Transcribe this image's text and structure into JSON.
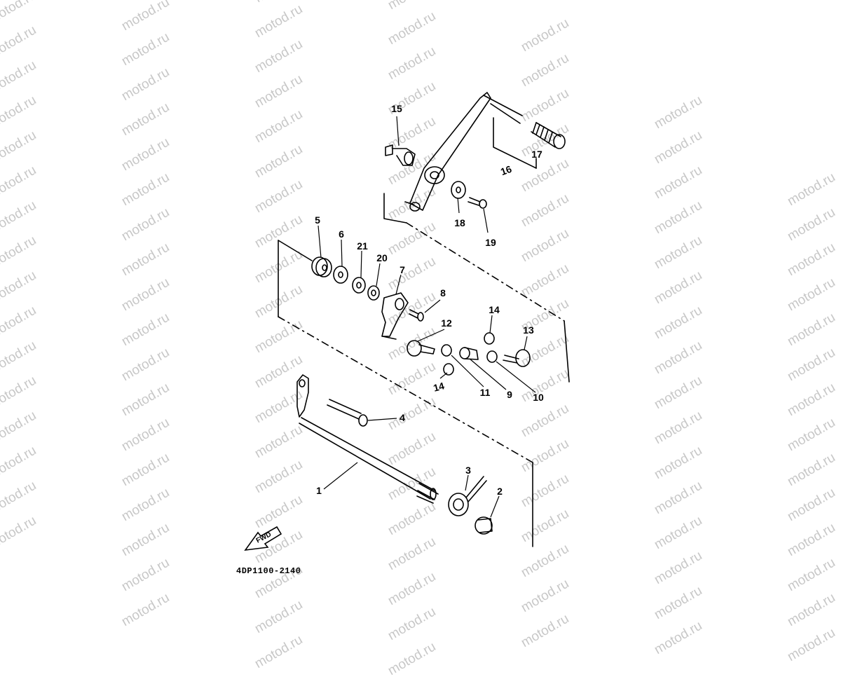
{
  "watermark": {
    "text": "motod.ru"
  },
  "diagram": {
    "part_code": "4DP1100-2140",
    "fwd_label": "FWD",
    "callouts": [
      {
        "id": "15",
        "label": "15"
      },
      {
        "id": "17",
        "label": "17"
      },
      {
        "id": "16",
        "label": "16"
      },
      {
        "id": "18",
        "label": "18"
      },
      {
        "id": "19",
        "label": "19"
      },
      {
        "id": "5",
        "label": "5"
      },
      {
        "id": "6",
        "label": "6"
      },
      {
        "id": "21",
        "label": "21"
      },
      {
        "id": "20",
        "label": "20"
      },
      {
        "id": "7",
        "label": "7"
      },
      {
        "id": "8",
        "label": "8"
      },
      {
        "id": "12",
        "label": "12"
      },
      {
        "id": "14a",
        "label": "14"
      },
      {
        "id": "13",
        "label": "13"
      },
      {
        "id": "14b",
        "label": "14"
      },
      {
        "id": "11",
        "label": "11"
      },
      {
        "id": "9",
        "label": "9"
      },
      {
        "id": "10",
        "label": "10"
      },
      {
        "id": "4",
        "label": "4"
      },
      {
        "id": "3",
        "label": "3"
      },
      {
        "id": "2",
        "label": "2"
      },
      {
        "id": "1",
        "label": "1"
      }
    ]
  }
}
